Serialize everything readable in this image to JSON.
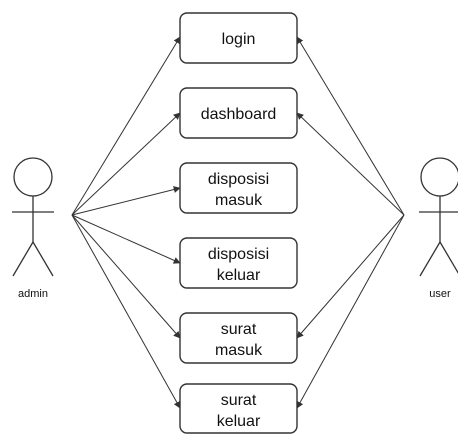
{
  "actors": {
    "admin": {
      "label": "admin"
    },
    "user": {
      "label": "user"
    }
  },
  "use_cases": [
    {
      "id": "login",
      "lines": [
        "login"
      ]
    },
    {
      "id": "dashboard",
      "lines": [
        "dashboard"
      ]
    },
    {
      "id": "disposisi-masuk",
      "lines": [
        "disposisi",
        "masuk"
      ]
    },
    {
      "id": "disposisi-keluar",
      "lines": [
        "disposisi",
        "keluar"
      ]
    },
    {
      "id": "surat-masuk",
      "lines": [
        "surat",
        "masuk"
      ]
    },
    {
      "id": "surat-keluar",
      "lines": [
        "surat",
        "keluar"
      ]
    }
  ],
  "associations": {
    "admin": [
      "login",
      "dashboard",
      "disposisi-masuk",
      "disposisi-keluar",
      "surat-masuk",
      "surat-keluar"
    ],
    "user": [
      "login",
      "dashboard",
      "surat-masuk",
      "surat-keluar"
    ]
  },
  "colors": {
    "stroke": "#333333",
    "text": "#111111",
    "background": "#ffffff"
  }
}
